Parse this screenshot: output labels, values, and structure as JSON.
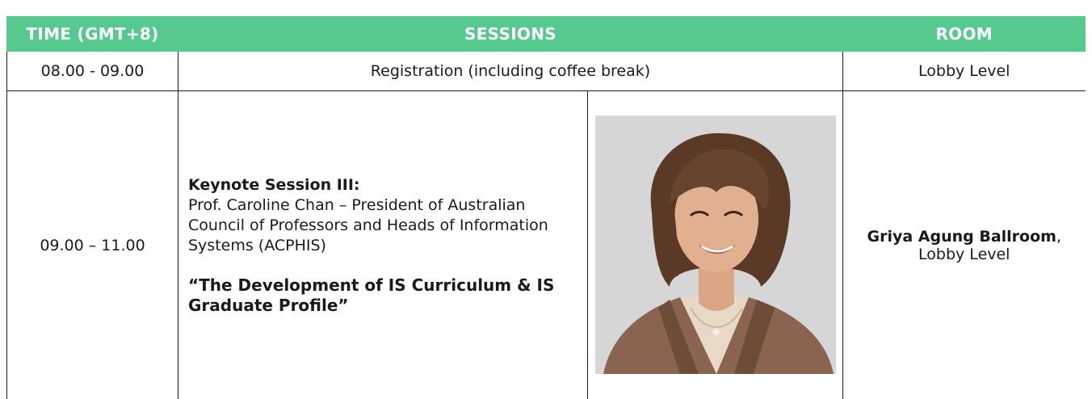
{
  "headers": {
    "time": "TIME (GMT+8)",
    "sessions": "SESSIONS",
    "room": "ROOM"
  },
  "rows": [
    {
      "time": "08.00 - 09.00",
      "session": "Registration (including coffee break)",
      "room": "Lobby Level"
    },
    {
      "time": "09.00 – 11.00",
      "session_title": "Keynote Session III:",
      "speaker": "Prof. Caroline Chan – President of Australian Council of Professors and Heads of Information Systems (ACPHIS)",
      "talk_title": "“The Development of IS Curriculum & IS Graduate Profile”",
      "room_name": "Griya Agung Ballroom",
      "room_sep": ",",
      "room_level": "Lobby Level"
    }
  ],
  "colors": {
    "header_bg": "#55c98e",
    "header_text": "#ffffff"
  }
}
